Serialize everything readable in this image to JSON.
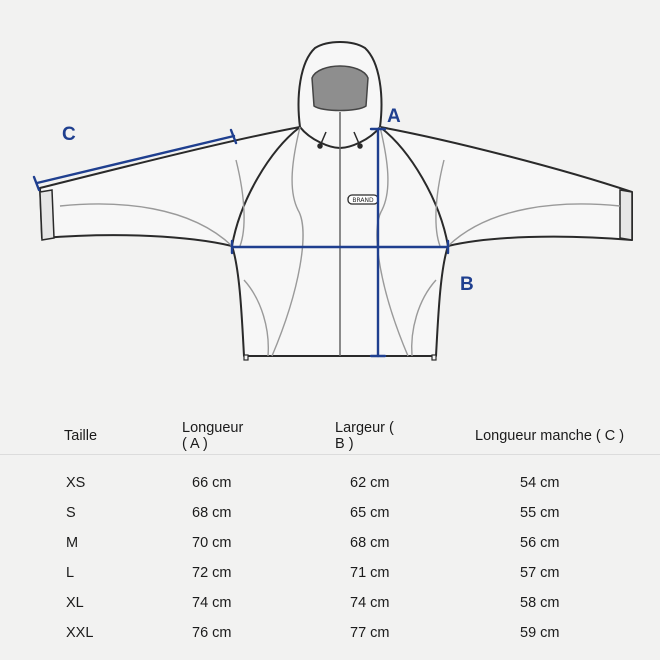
{
  "diagram": {
    "labels": {
      "a": "A",
      "b": "B",
      "c": "C"
    },
    "logo_text": "BRAND",
    "colors": {
      "dimension": "#1f3f8f",
      "outline": "#2a2a2a",
      "seam": "#9a9a9a",
      "fill": "#f7f7f7",
      "hood_inside": "#8e8e8e"
    }
  },
  "table": {
    "headers": [
      "Taille",
      "Longueur ( A )",
      "Largeur ( B )",
      "Longueur manche ( C )"
    ],
    "rows": [
      [
        "XS",
        "66 cm",
        "62 cm",
        "54 cm"
      ],
      [
        "S",
        "68 cm",
        "65 cm",
        "55 cm"
      ],
      [
        "M",
        "70 cm",
        "68 cm",
        "56 cm"
      ],
      [
        "L",
        "72 cm",
        "71 cm",
        "57 cm"
      ],
      [
        "XL",
        "74 cm",
        "74 cm",
        "58 cm"
      ],
      [
        "XXL",
        "76 cm",
        "77 cm",
        "59 cm"
      ]
    ]
  }
}
